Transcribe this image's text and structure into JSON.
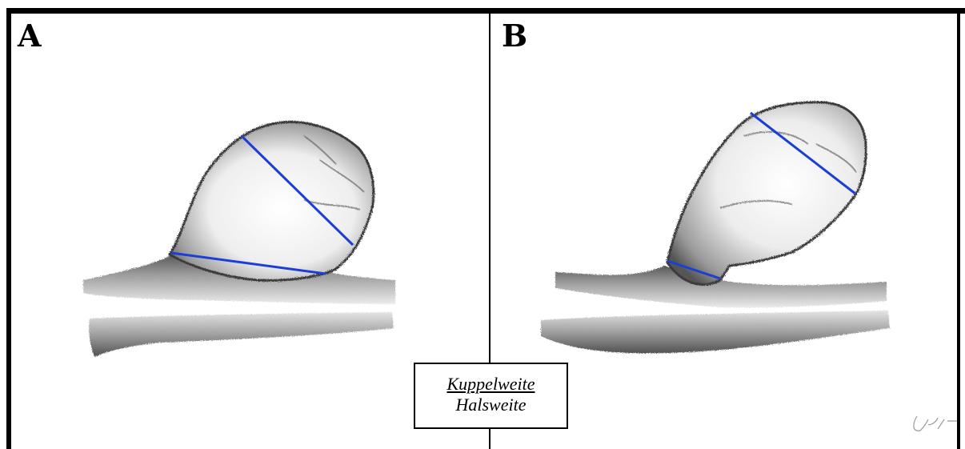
{
  "panels": [
    {
      "label": "A"
    },
    {
      "label": "B"
    }
  ],
  "formula": {
    "numerator": "Kuppelweite",
    "denominator": "Halsweite"
  },
  "colors": {
    "measurement_line": "#1a3fd6",
    "frame": "#000000"
  }
}
